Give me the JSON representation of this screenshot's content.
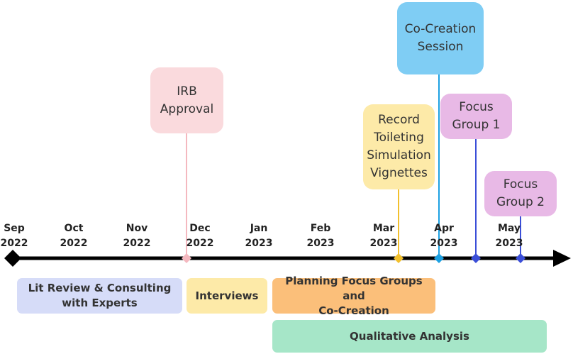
{
  "months": [
    {
      "month": "Sep",
      "year": "2022"
    },
    {
      "month": "Oct",
      "year": "2022"
    },
    {
      "month": "Nov",
      "year": "2022"
    },
    {
      "month": "Dec",
      "year": "2022"
    },
    {
      "month": "Jan",
      "year": "2023"
    },
    {
      "month": "Feb",
      "year": "2023"
    },
    {
      "month": "Mar",
      "year": "2023"
    },
    {
      "month": "Apr",
      "year": "2023"
    },
    {
      "month": "May",
      "year": "2023"
    }
  ],
  "milestones": [
    {
      "line1": "IRB",
      "line2": "Approval",
      "line3": "",
      "line4": "",
      "color": "#fadadd",
      "stem_color": "#f4b8bf"
    },
    {
      "line1": "Record",
      "line2": "Toileting",
      "line3": "Simulation",
      "line4": "Vignettes",
      "color": "#fdeaa8",
      "stem_color": "#f2c02e"
    },
    {
      "line1": "Co-Creation",
      "line2": "Session",
      "line3": "",
      "line4": "",
      "color": "#7fcdf4",
      "stem_color": "#1da1e2"
    },
    {
      "line1": "Focus",
      "line2": "Group 1",
      "line3": "",
      "line4": "",
      "color": "#e8b9e6",
      "stem_color": "#3b4fd8"
    },
    {
      "line1": "Focus",
      "line2": "Group 2",
      "line3": "",
      "line4": "",
      "color": "#e8b9e6",
      "stem_color": "#3b4fd8"
    }
  ],
  "phases": [
    {
      "line1": "Lit Review & Consulting",
      "line2": "with Experts",
      "color": "#d6dcf8"
    },
    {
      "line1": "Interviews",
      "line2": "",
      "color": "#fdeaa8"
    },
    {
      "line1": "Planning Focus Groups and",
      "line2": "Co-Creation",
      "color": "#fbbf7a"
    },
    {
      "line1": "Qualitative Analysis",
      "line2": "",
      "color": "#a6e6c8"
    }
  ],
  "colors": {
    "axis": "#000000",
    "text": "#333333"
  }
}
